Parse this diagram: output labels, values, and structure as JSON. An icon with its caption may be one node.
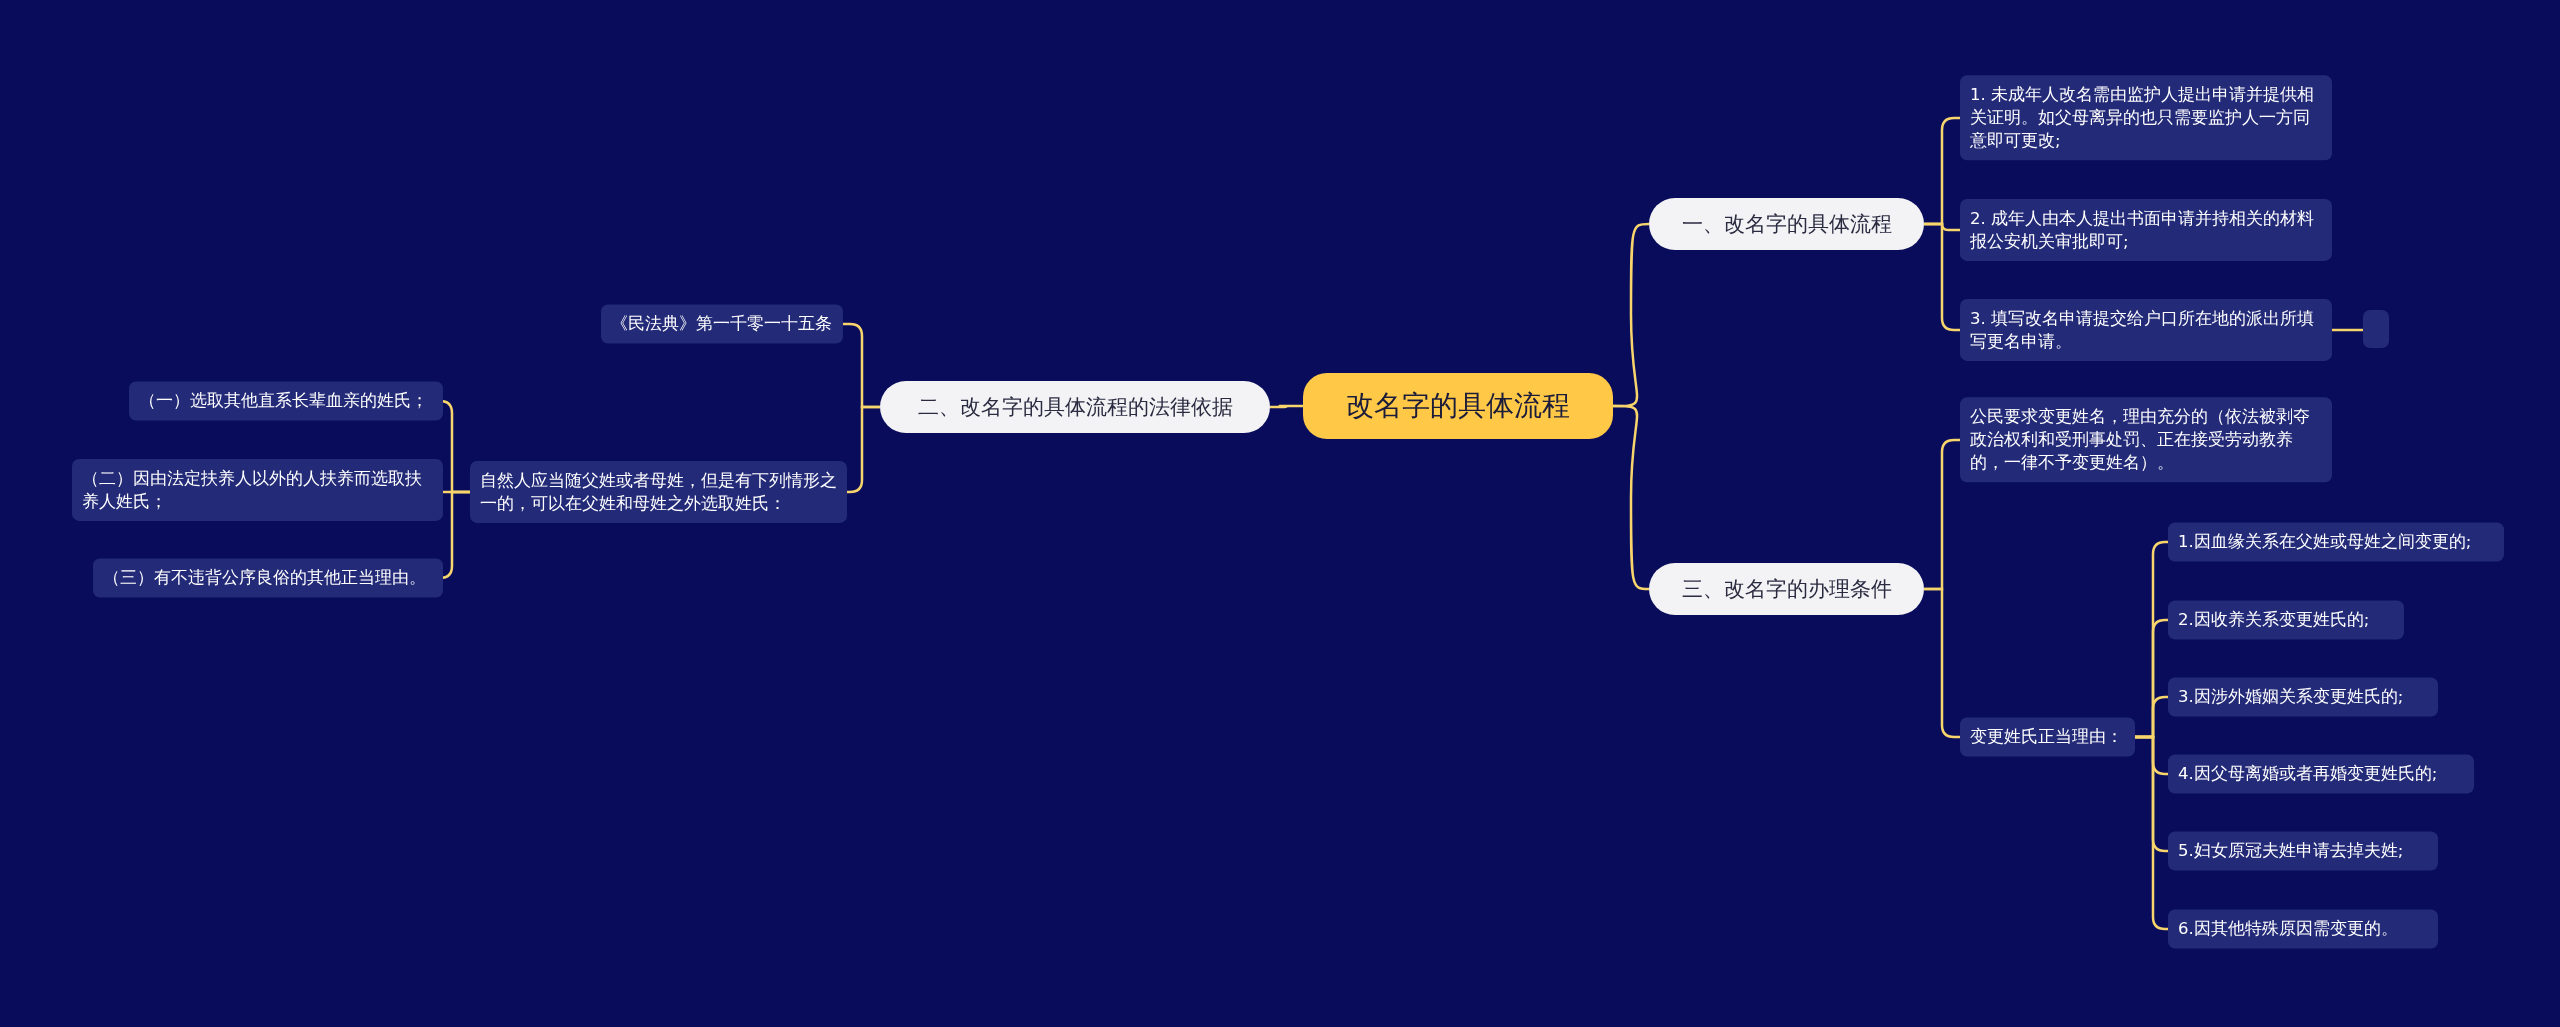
{
  "diagram": {
    "nodes": [
      {
        "text": [
          "改名字的具体流程"
        ]
      },
      {
        "text": [
          "一、改名字的具体流程"
        ]
      },
      {
        "text": [
          "1. 未成年人改名需由监护人提出申请并提供相关证明。如父母离异的也只需要监护人一方同意即可更改;"
        ]
      },
      {
        "text": [
          "2. 成年人由本人提出书面申请并持相关的材料报公安机关审批即可;"
        ]
      },
      {
        "text": [
          "3. 填写改名申请提交给户口所在地的派出所填写更名申请。"
        ]
      },
      {
        "text": [],
        "shape": "box"
      },
      {
        "text": [
          "二、改名字的具体流程的法律依据"
        ]
      },
      {
        "text": [
          "《民法典》第一千零一十五条"
        ]
      },
      {
        "text": [
          "自然人应当随父姓或者母姓，但是有下列情形之一的，可以在父姓和母姓之外选取姓氏："
        ]
      },
      {
        "text": [
          "（一）选取其他直系长辈血亲的姓氏；"
        ]
      },
      {
        "text": [
          "（二）因由法定扶养人以外的人扶养而选取扶养人姓氏；"
        ]
      },
      {
        "text": [
          "（三）有不违背公序良俗的其他正当理由。"
        ]
      },
      {
        "text": [
          "三、改名字的办理条件"
        ]
      },
      {
        "text": [
          "公民要求变更姓名，理由充分的（依法被剥夺政治权利和受刑事处罚、正在接受劳动教养的，一律不予变更姓名）。"
        ]
      },
      {
        "text": [
          "变更姓氏正当理由："
        ]
      },
      {
        "text": [
          "1.因血缘关系在父姓或母姓之间变更的;"
        ]
      },
      {
        "text": [
          "2.因收养关系变更姓氏的;"
        ]
      },
      {
        "text": [
          "3.因涉外婚姻关系变更姓氏的;"
        ]
      },
      {
        "text": [
          "4.因父母离婚或者再婚变更姓氏的;"
        ]
      },
      {
        "text": [
          "5.妇女原冠夫姓申请去掉夫姓;"
        ]
      },
      {
        "text": [
          "6.因其他特殊原因需变更的。"
        ]
      }
    ],
    "edges": [
      {
        "from": 0,
        "to": 1,
        "arrow": "none"
      },
      {
        "from": 1,
        "to": 2,
        "arrow": "none"
      },
      {
        "from": 1,
        "to": 3,
        "arrow": "none"
      },
      {
        "from": 1,
        "to": 4,
        "arrow": "none"
      },
      {
        "from": 4,
        "to": 5,
        "arrow": "none"
      },
      {
        "from": 0,
        "to": 6,
        "arrow": "none"
      },
      {
        "from": 6,
        "to": 7,
        "arrow": "none"
      },
      {
        "from": 6,
        "to": 8,
        "arrow": "none"
      },
      {
        "from": 8,
        "to": 9,
        "arrow": "none"
      },
      {
        "from": 8,
        "to": 10,
        "arrow": "none"
      },
      {
        "from": 8,
        "to": 11,
        "arrow": "none"
      },
      {
        "from": 0,
        "to": 12,
        "arrow": "none"
      },
      {
        "from": 12,
        "to": 13,
        "arrow": "none"
      },
      {
        "from": 12,
        "to": 14,
        "arrow": "none"
      },
      {
        "from": 14,
        "to": 15,
        "arrow": "none"
      },
      {
        "from": 14,
        "to": 16,
        "arrow": "none"
      },
      {
        "from": 14,
        "to": 17,
        "arrow": "none"
      },
      {
        "from": 14,
        "to": 18,
        "arrow": "none"
      },
      {
        "from": 14,
        "to": 19,
        "arrow": "none"
      },
      {
        "from": 14,
        "to": 20,
        "arrow": "none"
      }
    ]
  }
}
